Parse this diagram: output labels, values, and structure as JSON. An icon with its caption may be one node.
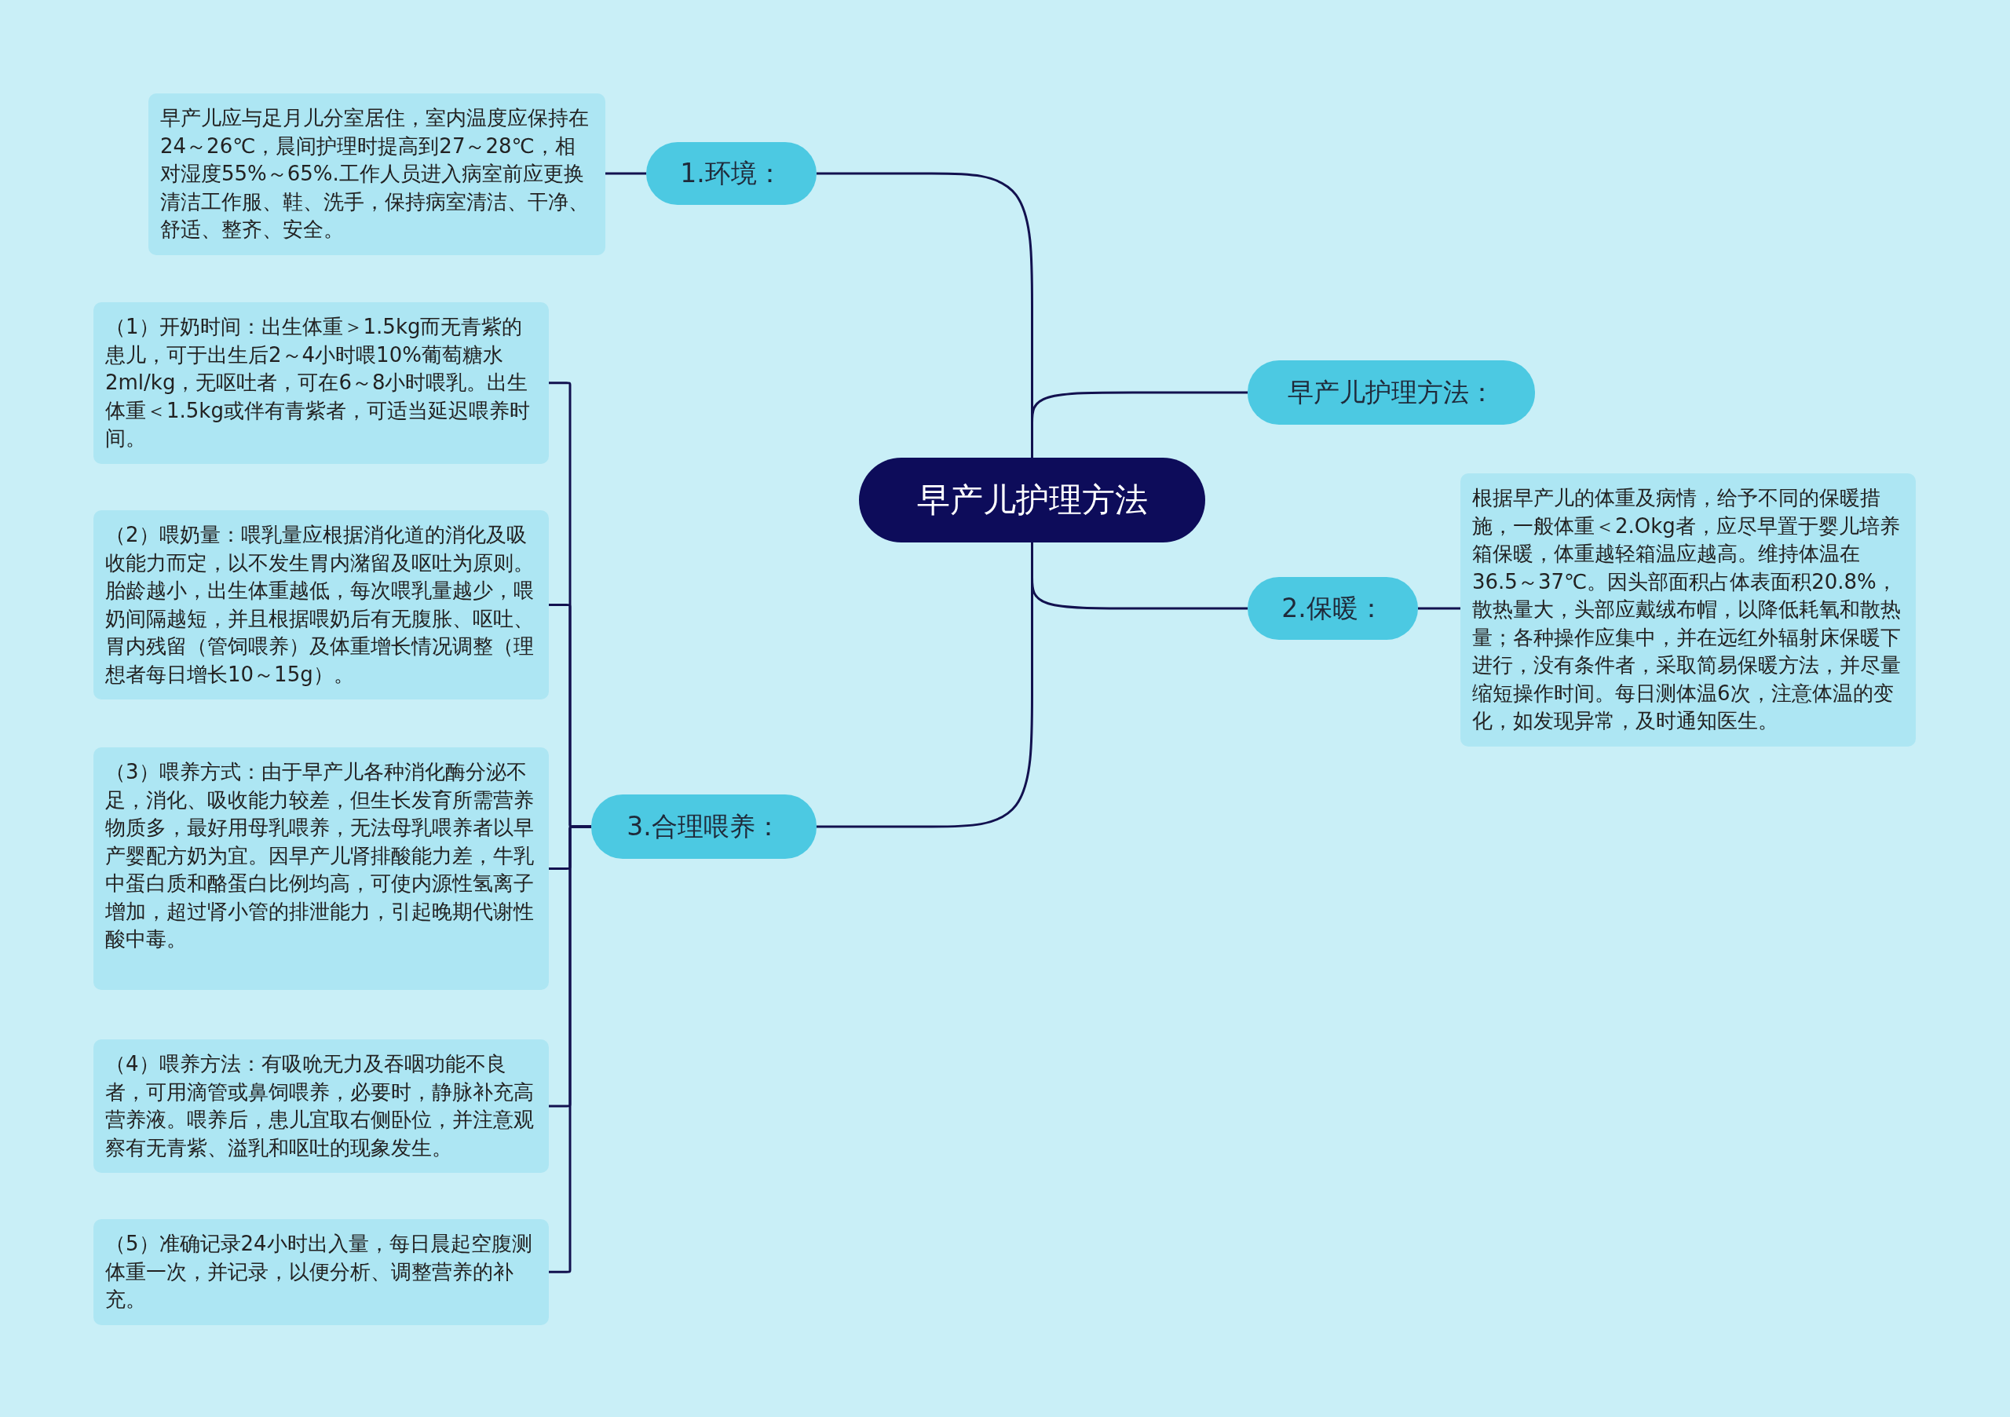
{
  "diagram": {
    "nodes": [
      {
        "text": [
          "早产儿护理方法"
        ]
      },
      {
        "text": [
          "1.环境："
        ]
      },
      {
        "text": [
          "早产儿应与足月儿分室居住，室内温度应保持在24～26℃，晨间护理时提高到27～28℃，相对湿度55%～65%.工作人员进入病室前应更换清洁工作服、鞋、洗手，保持病室清洁、干净、舒适、整齐、安全。"
        ]
      },
      {
        "text": [
          "早产儿护理方法："
        ]
      },
      {
        "text": [
          "2.保暖："
        ]
      },
      {
        "text": [
          "根据早产儿的体重及病情，给予不同的保暖措施，一般体重＜2.Okg者，应尽早置于婴儿培养箱保暖，体重越轻箱温应越高。维持体温在36.5～37℃。因头部面积占体表面积20.8%，散热量大，头部应戴绒布帽，以降低耗氧和散热量；各种操作应集中，并在远红外辐射床保暖下进行，没有条件者，采取简易保暖方法，并尽量缩短操作时间。每日测体温6次，注意体温的变化，如发现异常，及时通知医生。"
        ]
      },
      {
        "text": [
          "3.合理喂养："
        ]
      },
      {
        "text": [
          "（1）开奶时间：出生体重＞1.5kg而无青紫的患儿，可于出生后2～4小时喂10%葡萄糖水2ml/kg，无呕吐者，可在6～8小时喂乳。出生体重＜1.5kg或伴有青紫者，可适当延迟喂养时间。"
        ]
      },
      {
        "text": [
          "（2）喂奶量：喂乳量应根据消化道的消化及吸收能力而定，以不发生胃内潴留及呕吐为原则。胎龄越小，出生体重越低，每次喂乳量越少，喂奶间隔越短，并且根据喂奶后有无腹胀、呕吐、胃内残留（管饲喂养）及体重增长情况调整（理想者每日增长10～15g）。"
        ]
      },
      {
        "text": [
          "（3）喂养方式：由于早产儿各种消化酶分泌不足，消化、吸收能力较差，但生长发育所需营养物质多，最好用母乳喂养，无法母乳喂养者以早产婴配方奶为宜。因早产儿肾排酸能力差，牛乳中蛋白质和酪蛋白比例均高，可使内源性氢离子增加，超过肾小管的排泄能力，引起晚期代谢性酸中毒。"
        ]
      },
      {
        "text": [
          "（4）喂养方法：有吸吮无力及吞咽功能不良者，可用滴管或鼻饲喂养，必要时，静脉补充高营养液。喂养后，患儿宜取右侧卧位，并注意观察有无青紫、溢乳和呕吐的现象发生。"
        ]
      },
      {
        "text": [
          "（5）准确记录24小时出入量，每日晨起空腹测体重一次，并记录，以便分析、调整营养的补充。"
        ]
      }
    ],
    "edges": [
      {
        "from": 0,
        "to": 1,
        "arrow": "none"
      },
      {
        "from": 1,
        "to": 2,
        "arrow": "none"
      },
      {
        "from": 0,
        "to": 3,
        "arrow": "none"
      },
      {
        "from": 0,
        "to": 4,
        "arrow": "none"
      },
      {
        "from": 4,
        "to": 5,
        "arrow": "none"
      },
      {
        "from": 0,
        "to": 6,
        "arrow": "none"
      },
      {
        "from": 6,
        "to": 7,
        "arrow": "none"
      },
      {
        "from": 6,
        "to": 8,
        "arrow": "none"
      },
      {
        "from": 6,
        "to": 9,
        "arrow": "none"
      },
      {
        "from": 6,
        "to": 10,
        "arrow": "none"
      },
      {
        "from": 6,
        "to": 11,
        "arrow": "none"
      }
    ]
  }
}
